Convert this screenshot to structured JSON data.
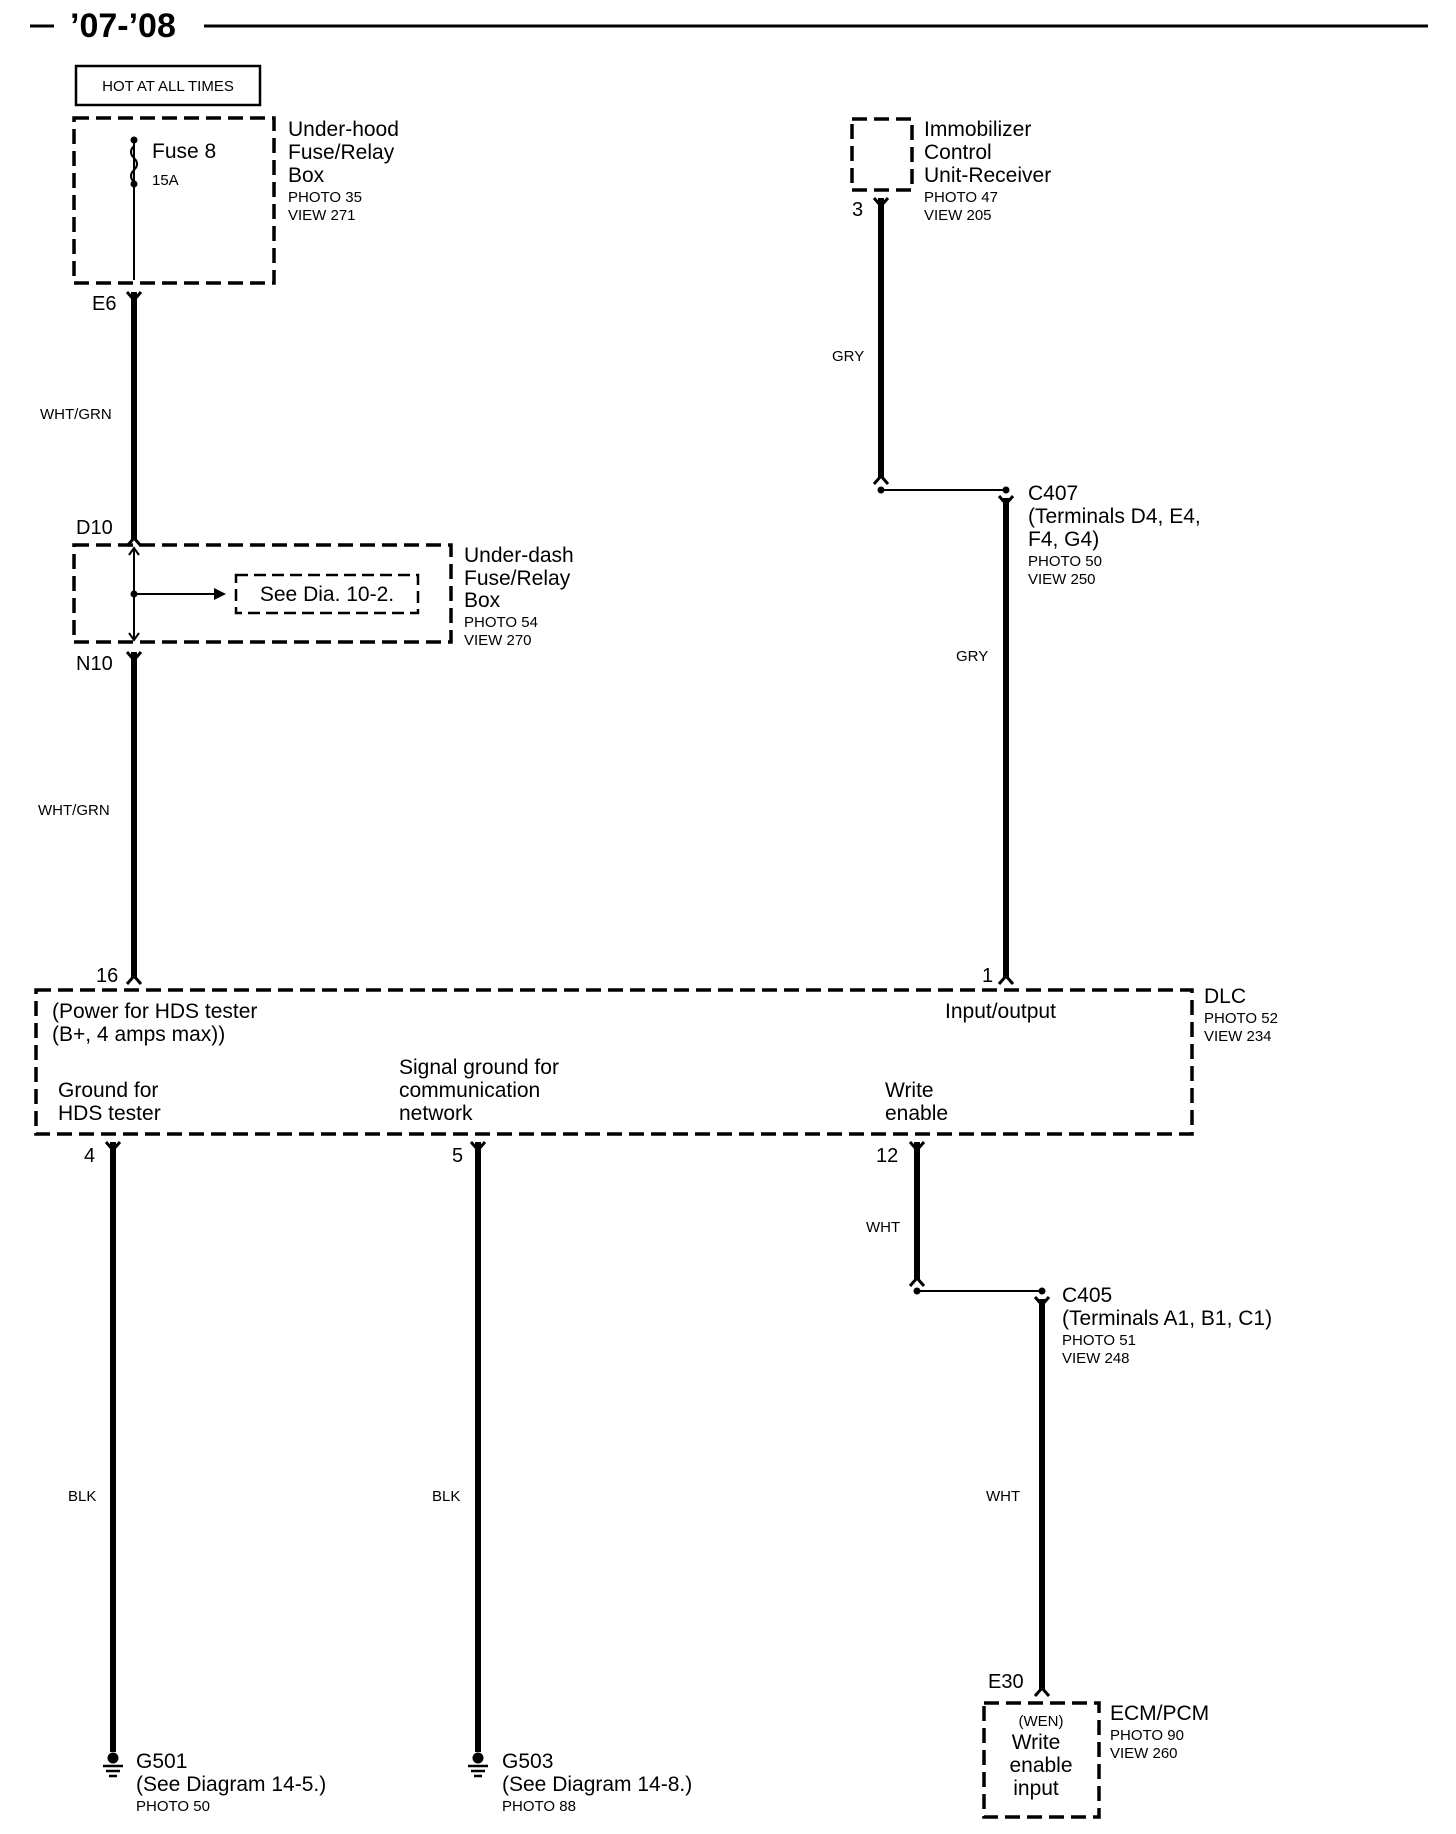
{
  "header": {
    "title": "’07-’08"
  },
  "hot_label": "HOT AT ALL TIMES",
  "underhood": {
    "name": [
      "Under-hood",
      "Fuse/Relay",
      "Box"
    ],
    "photo": "PHOTO 35",
    "view": "VIEW 271",
    "fuse": "Fuse 8",
    "fuse_rating": "15A",
    "out_pin": "E6"
  },
  "immobilizer": {
    "name": [
      "Immobilizer",
      "Control",
      "Unit-Receiver"
    ],
    "photo": "PHOTO 47",
    "view": "VIEW 205",
    "pin": "3"
  },
  "underdash": {
    "name": [
      "Under-dash",
      "Fuse/Relay",
      "Box"
    ],
    "photo": "PHOTO 54",
    "view": "VIEW 270",
    "in_pin": "D10",
    "out_pin": "N10",
    "see": "See Dia. 10-2."
  },
  "c407": {
    "name": "C407",
    "terminals": [
      "(Terminals D4, E4,",
      "F4, G4)"
    ],
    "photo": "PHOTO 50",
    "view": "VIEW 250"
  },
  "c405": {
    "name": "C405",
    "terminals": "(Terminals A1, B1, C1)",
    "photo": "PHOTO 51",
    "view": "VIEW 248"
  },
  "dlc": {
    "name": "DLC",
    "photo": "PHOTO 52",
    "view": "VIEW 234",
    "pins": {
      "power": "16",
      "io": "1",
      "ground": "4",
      "signal_ground": "5",
      "write": "12"
    },
    "labels": {
      "power": [
        "(Power for HDS tester",
        "(B+, 4 amps max))"
      ],
      "io": "Input/output",
      "ground": [
        "Ground for",
        "HDS tester"
      ],
      "signal_ground": [
        "Signal ground for",
        "communication",
        "network"
      ],
      "write": [
        "Write",
        "enable"
      ]
    }
  },
  "wires": {
    "w1": "WHT/GRN",
    "w2": "WHT/GRN",
    "gry1": "GRY",
    "gry2": "GRY",
    "blk1": "BLK",
    "blk2": "BLK",
    "wht1": "WHT",
    "wht2": "WHT"
  },
  "grounds": {
    "g501": {
      "name": "G501",
      "see": "(See Diagram 14-5.)",
      "photo": "PHOTO 50"
    },
    "g503": {
      "name": "G503",
      "see": "(See Diagram 14-8.)",
      "photo": "PHOTO 88"
    }
  },
  "ecm": {
    "name": "ECM/PCM",
    "photo": "PHOTO 90",
    "view": "VIEW 260",
    "pin": "E30",
    "inner": [
      "(WEN)",
      "Write",
      "enable",
      "input"
    ]
  }
}
